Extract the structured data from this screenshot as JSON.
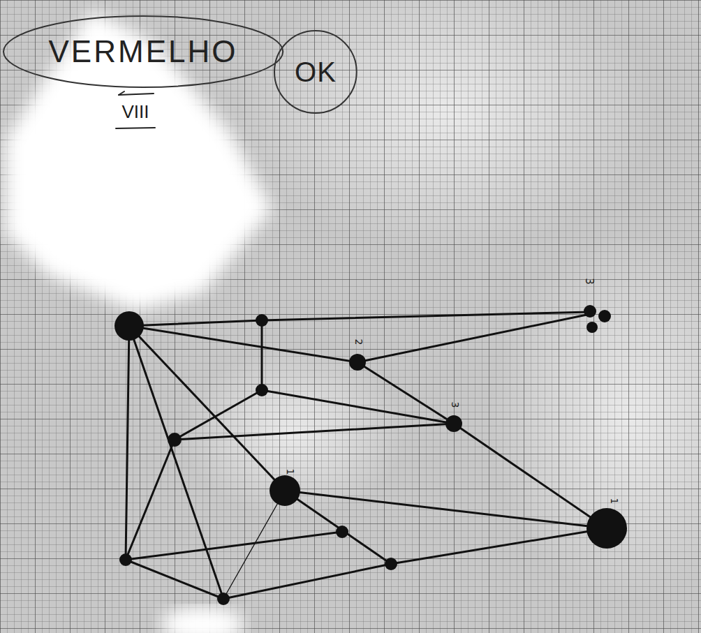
{
  "diagram": {
    "nodes": [
      {
        "text": [
          "VERMELHO"
        ]
      },
      {
        "text": [
          "OK"
        ]
      }
    ],
    "labels": [
      "VIII",
      "3",
      "2",
      "3",
      "1",
      "1"
    ]
  }
}
